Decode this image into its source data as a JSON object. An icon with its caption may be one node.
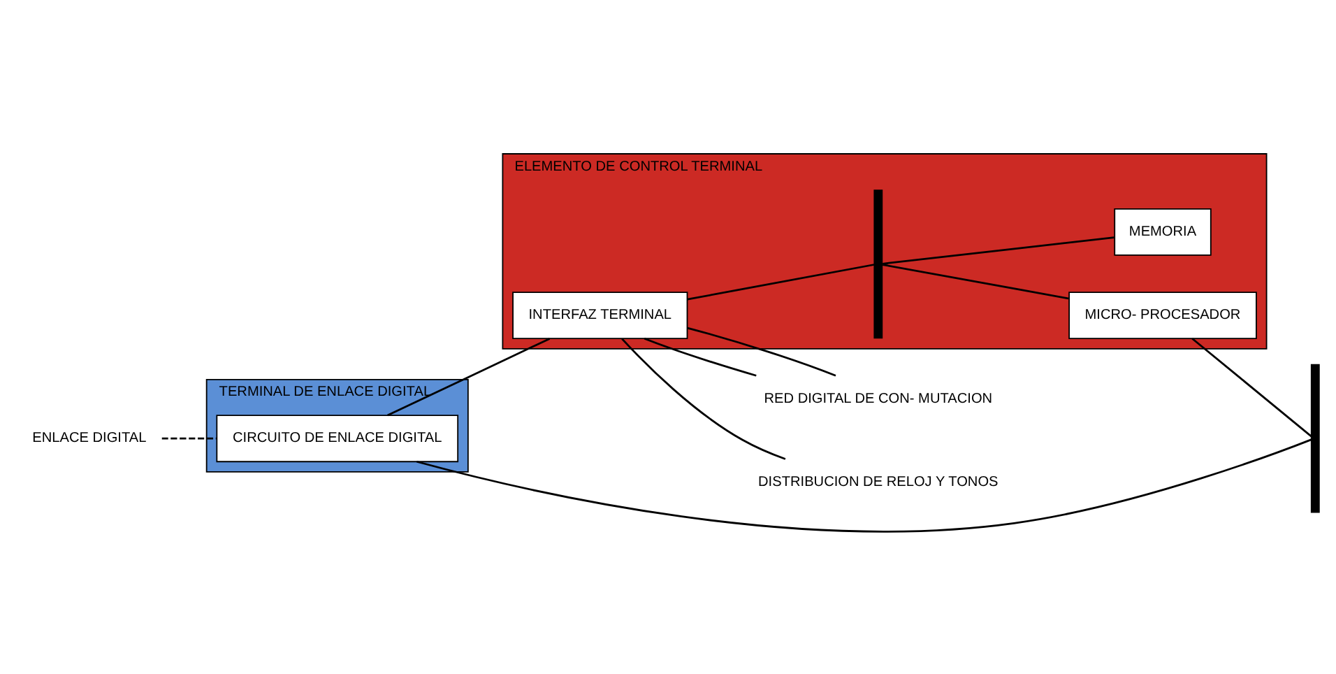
{
  "diagram": {
    "nodes": [
      {
        "text": [
          "TERMINAL DE ENLACE DIGITAL"
        ]
      },
      {
        "text": [
          "CIRCUITO DE ENLACE DIGITAL"
        ],
        "in": 0
      },
      {
        "text": [
          "ELEMENTO DE CONTROL TERMINAL"
        ]
      },
      {
        "text": [
          "INTERFAZ TERMINAL"
        ],
        "in": 2
      },
      {
        "text": [],
        "shape": "bar",
        "in": 2
      },
      {
        "text": [
          "MICRO- PROCESADOR"
        ],
        "in": 2
      },
      {
        "text": [
          "MEMORIA"
        ],
        "in": 2
      },
      {
        "text": [],
        "shape": "bar"
      },
      {
        "text": [
          "ENLACE DIGITAL"
        ]
      },
      {
        "text": [
          "RED DIGITAL DE CON- MUTACION"
        ]
      },
      {
        "text": [
          "DISTRIBUCION DE RELOJ Y TONOS"
        ]
      }
    ],
    "edges": [
      {
        "from": 8,
        "to": 1,
        "arrow": "none",
        "style": "dashed"
      },
      {
        "from": 1,
        "to": 3,
        "arrow": "none"
      },
      {
        "from": 3,
        "to": 4,
        "arrow": "none"
      },
      {
        "from": 4,
        "to": 5,
        "arrow": "none"
      },
      {
        "from": 4,
        "to": 6,
        "arrow": "none"
      },
      {
        "from": 1,
        "to": 7,
        "arrow": "none"
      },
      {
        "from": 5,
        "to": 7,
        "arrow": "none"
      },
      {
        "from": 3,
        "to": 9,
        "arrow": "none"
      },
      {
        "from": 3,
        "to": 9,
        "arrow": "none"
      },
      {
        "from": 3,
        "to": 10,
        "arrow": "none"
      }
    ]
  }
}
